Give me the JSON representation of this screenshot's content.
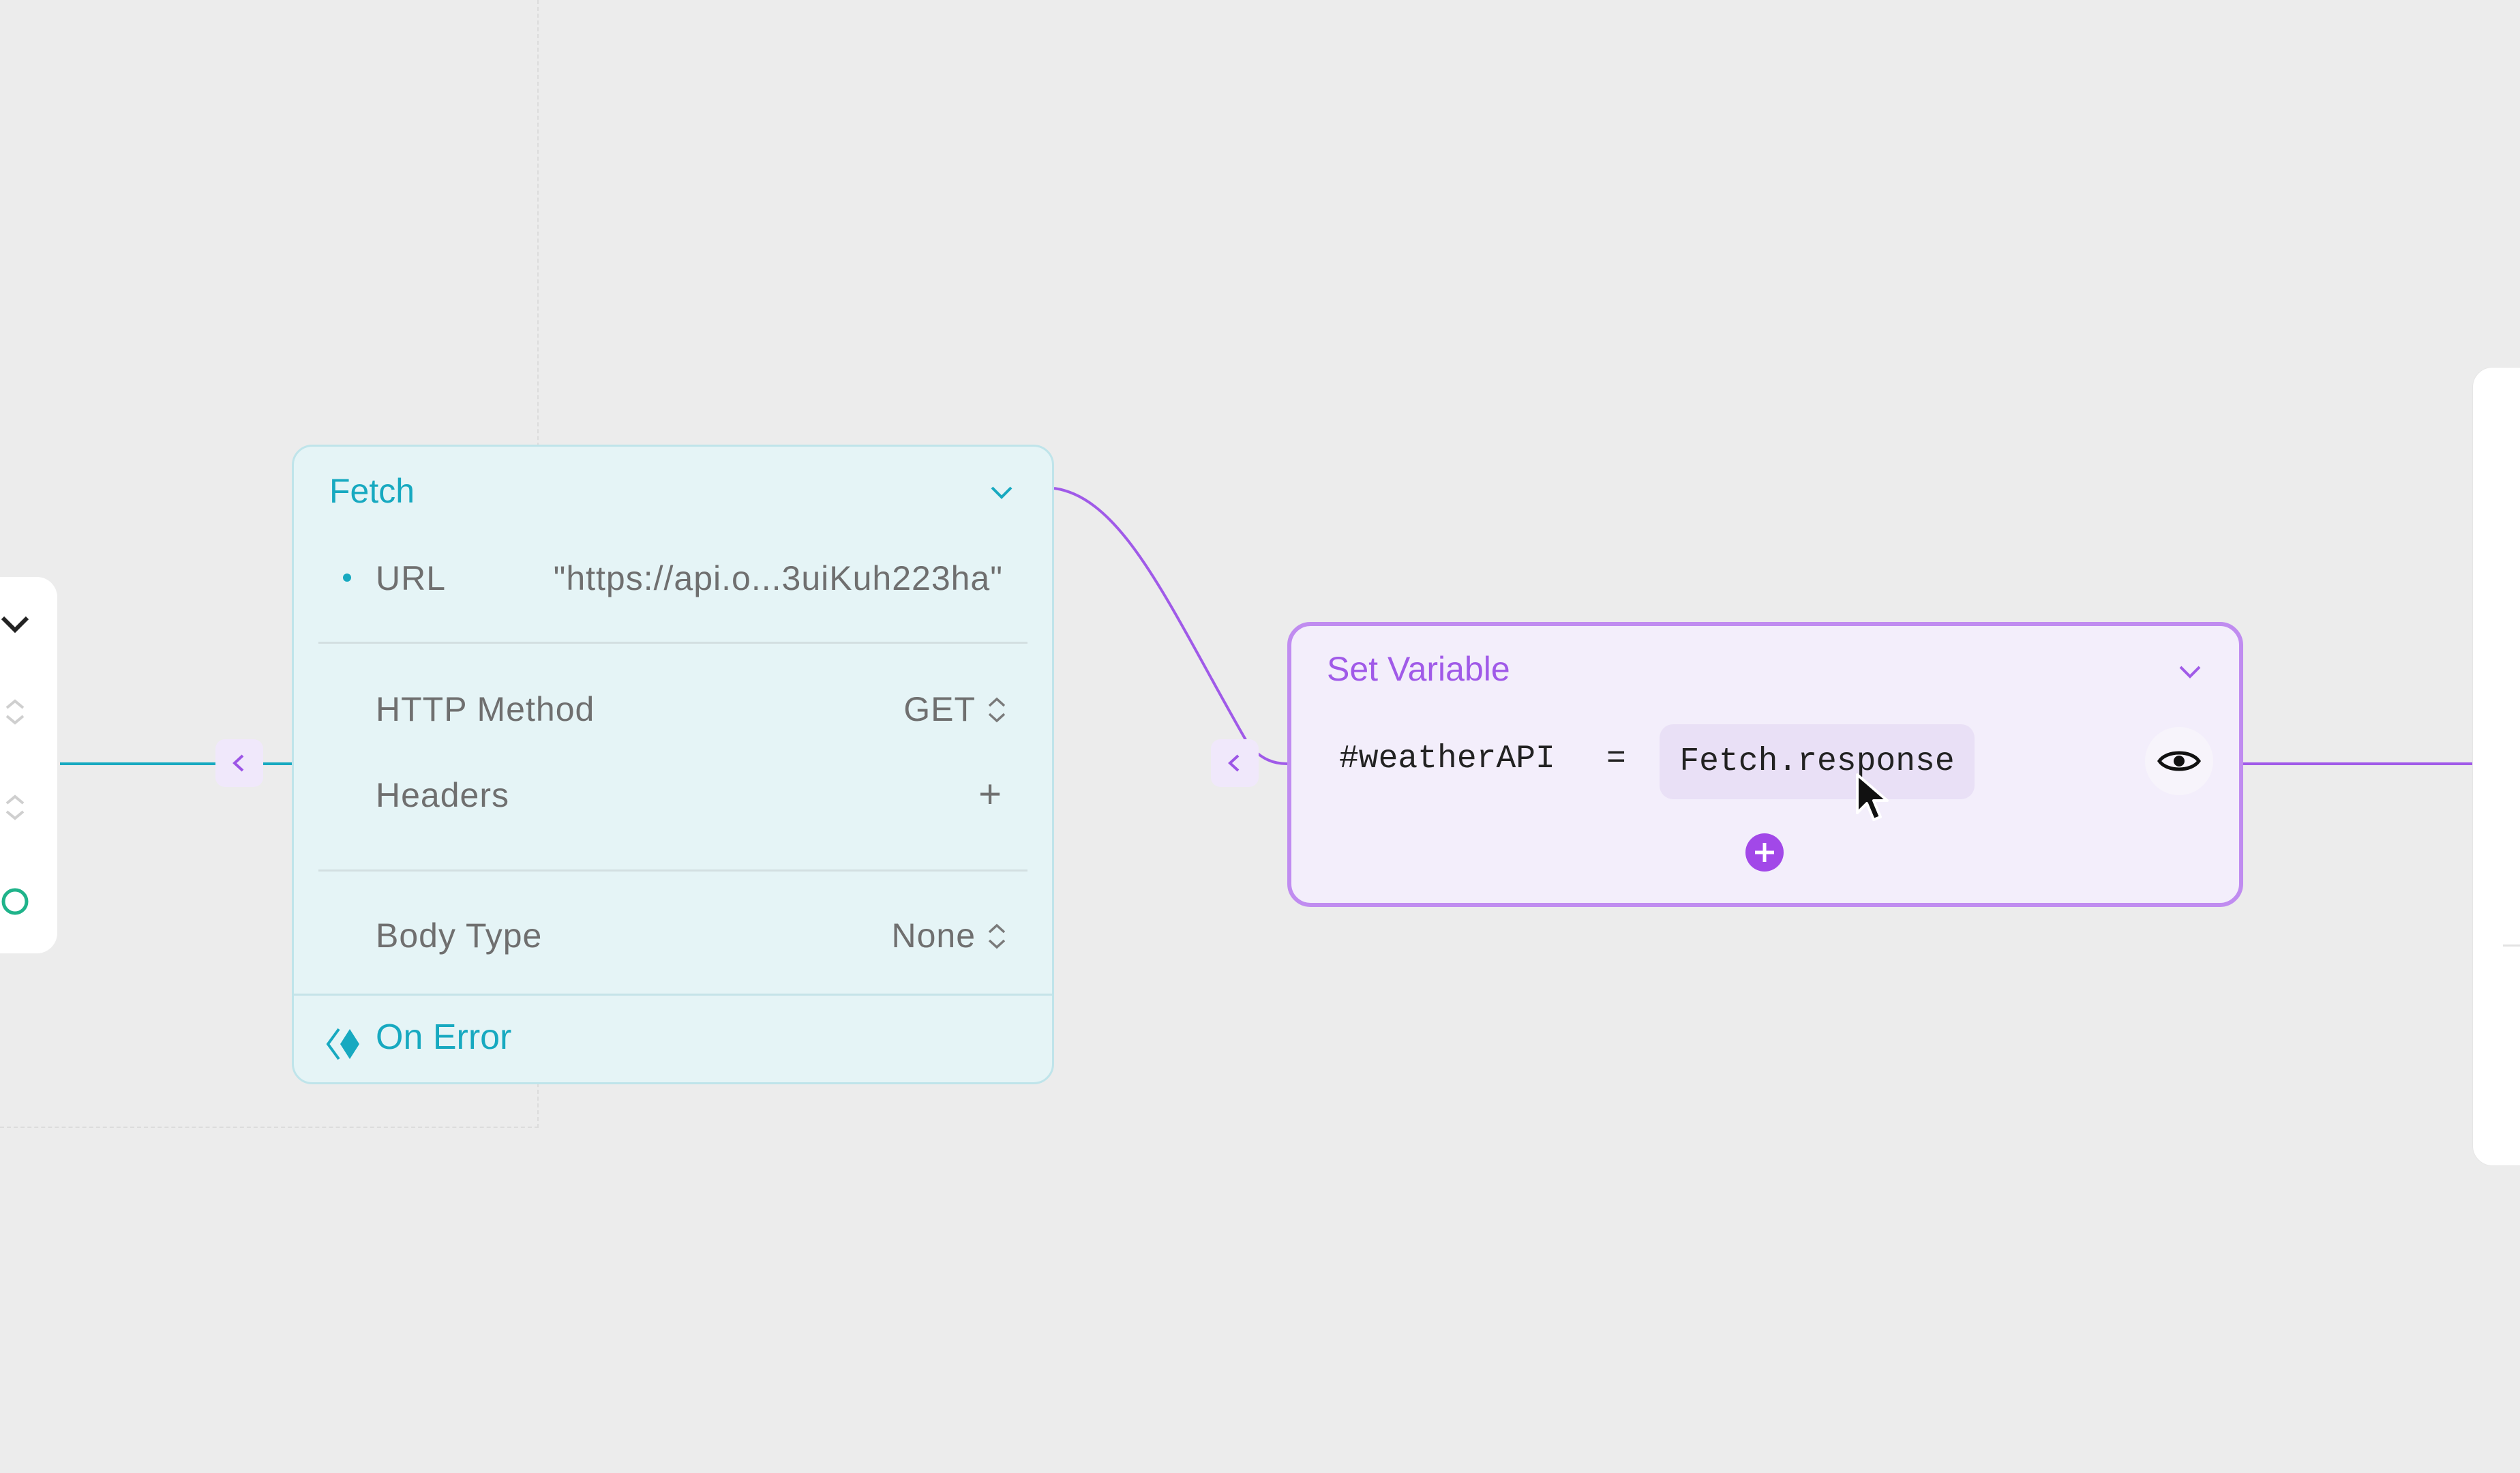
{
  "fetch_node": {
    "title": "Fetch",
    "url": {
      "label": "URL",
      "value": "\"https://api.o...3uiKuh223ha\""
    },
    "http_method": {
      "label": "HTTP Method",
      "value": "GET"
    },
    "headers": {
      "label": "Headers",
      "add_symbol": "+"
    },
    "body_type": {
      "label": "Body Type",
      "value": "None"
    },
    "on_error": {
      "label": "On Error"
    }
  },
  "set_variable_node": {
    "title": "Set Variable",
    "variable": "#weatherAPI",
    "operator": "=",
    "value": "Fetch.response"
  },
  "colors": {
    "canvas": "#ececec",
    "fetch_accent": "#17a9c0",
    "fetch_bg": "#e5f4f6",
    "setvar_accent": "#a05ae8",
    "setvar_bg": "#f3eefb",
    "wire_teal": "#17a9c0",
    "wire_purple": "#a05ae8"
  },
  "icons": {
    "collapse": "chevron-down-icon",
    "input_port": "chevron-left-icon",
    "stepper": "up-down-stepper-icon",
    "on_error": "diamond-path-icon",
    "preview": "eye-icon",
    "add_assignment": "plus-circle-icon",
    "cursor": "mouse-pointer-icon"
  }
}
